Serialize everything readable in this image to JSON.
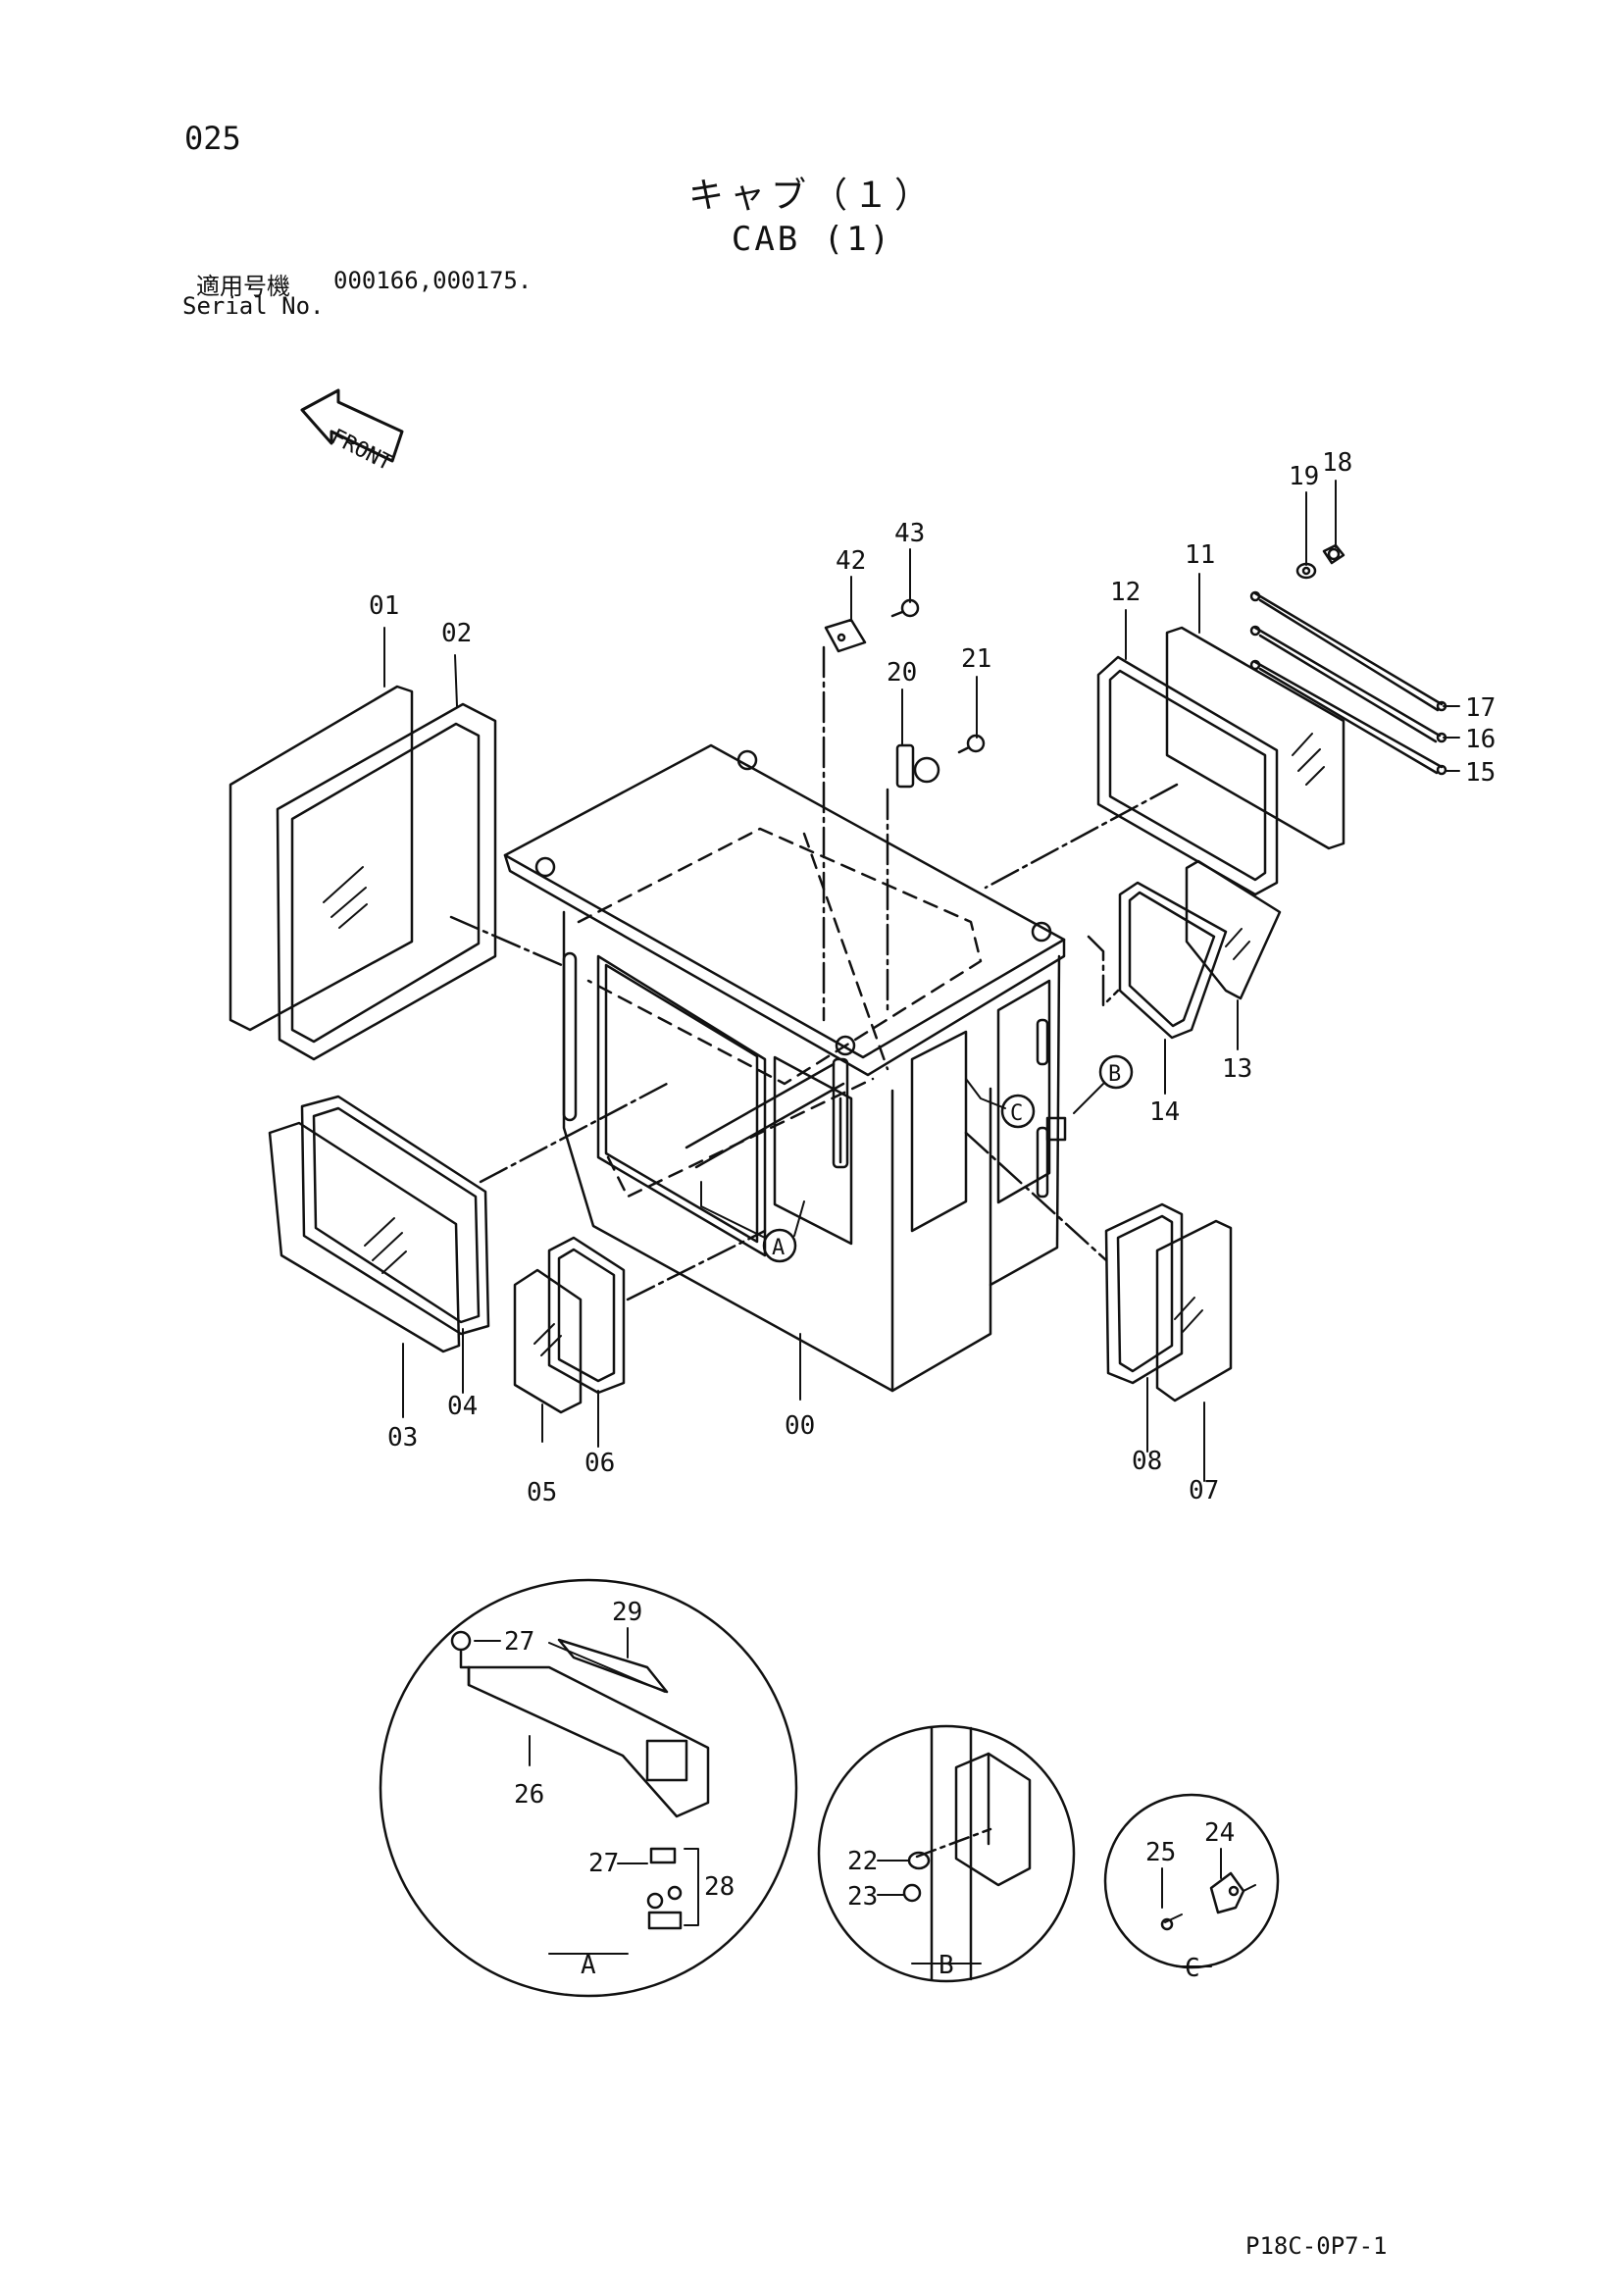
{
  "header": {
    "page_number": "025",
    "title_jp": "キャブ（１）",
    "title_en": "CAB (1)",
    "serial_label_jp": "適用号機",
    "serial_values": "000166,000175.",
    "serial_label_en": "Serial No."
  },
  "front_label": "FRONT",
  "callouts": [
    "00",
    "01",
    "02",
    "03",
    "04",
    "05",
    "06",
    "07",
    "08",
    "11",
    "12",
    "13",
    "14",
    "15",
    "16",
    "17",
    "18",
    "19",
    "20",
    "21",
    "22",
    "23",
    "24",
    "25",
    "26",
    "27",
    "28",
    "29",
    "42",
    "43"
  ],
  "detail_markers": [
    "A",
    "B",
    "C"
  ],
  "footer": {
    "drawing_code": "P18C-0P7-1"
  }
}
